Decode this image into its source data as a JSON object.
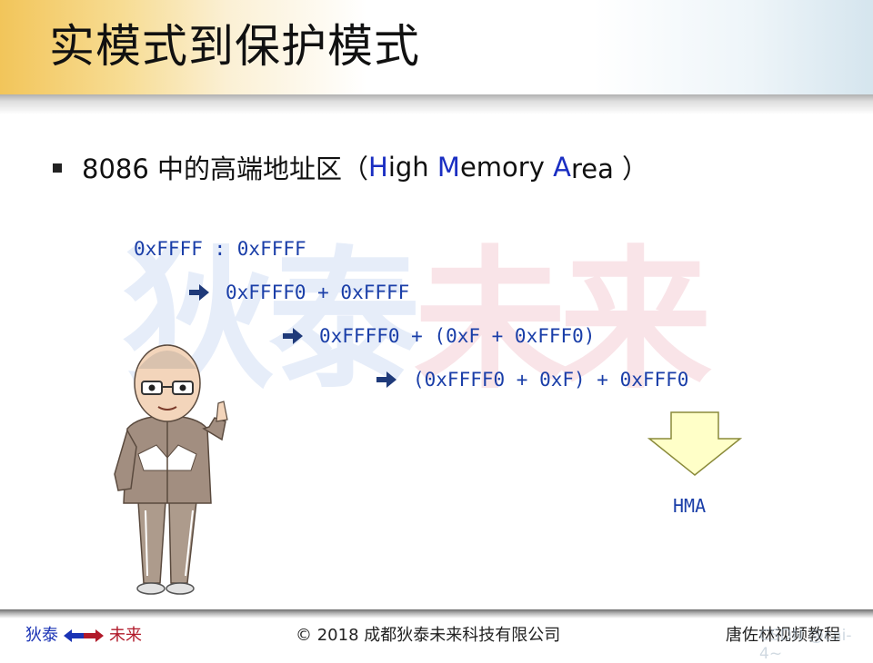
{
  "slide": {
    "title": "实模式到保护模式",
    "bullet": {
      "prefix": "8086 中的高端地址区（",
      "h_letter": "H",
      "h_rest": "igh ",
      "m_letter": "M",
      "m_rest": "emory ",
      "a_letter": "A",
      "a_rest": "rea ）"
    },
    "watermark": {
      "part1": "狄泰",
      "part2": "未来"
    },
    "code_lines": [
      "0xFFFF : 0xFFFF",
      "0xFFFF0 + 0xFFFF",
      "0xFFFF0 + (0xF + 0xFFF0)",
      "(0xFFFF0 + 0xF) + 0xFFF0"
    ],
    "hma_label": "HMA"
  },
  "footer": {
    "left_a": "狄泰",
    "left_b": "未来",
    "copyright": "© 2018 成都狄泰未来科技有限公司",
    "right": "唐佐林视频教程",
    "right_overlay": "CSDN @cai-4~"
  },
  "colors": {
    "code": "#1a3ea8",
    "highlight": "#1a2ec2",
    "footer_blue": "#1a33b5",
    "footer_red": "#b11a2a",
    "down_arrow_fill": "#ffffc8"
  },
  "icons": [
    "right-arrow-icon",
    "down-arrow-icon",
    "dual-arrow-icon",
    "character-illustration"
  ]
}
